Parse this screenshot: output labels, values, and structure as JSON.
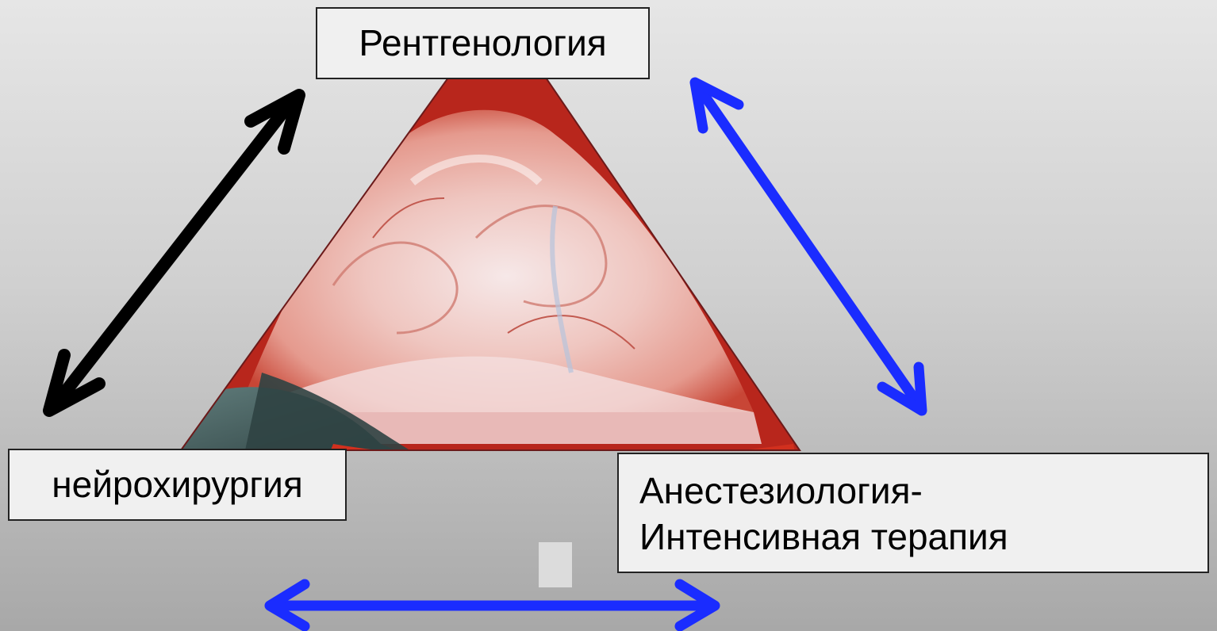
{
  "labels": {
    "radiology": "Рентгенология",
    "neurosurgery": "нейрохирургия",
    "anesthesiology_line1": "Анестезиология-",
    "anesthesiology_line2": "Интенсивная терапия"
  },
  "colors": {
    "arrow_black": "#000000",
    "arrow_blue": "#1a2cff",
    "triangle_tissue": "#f2c9c2",
    "triangle_blood": "#c8261a",
    "triangle_cloth": "#3d5a5a"
  }
}
